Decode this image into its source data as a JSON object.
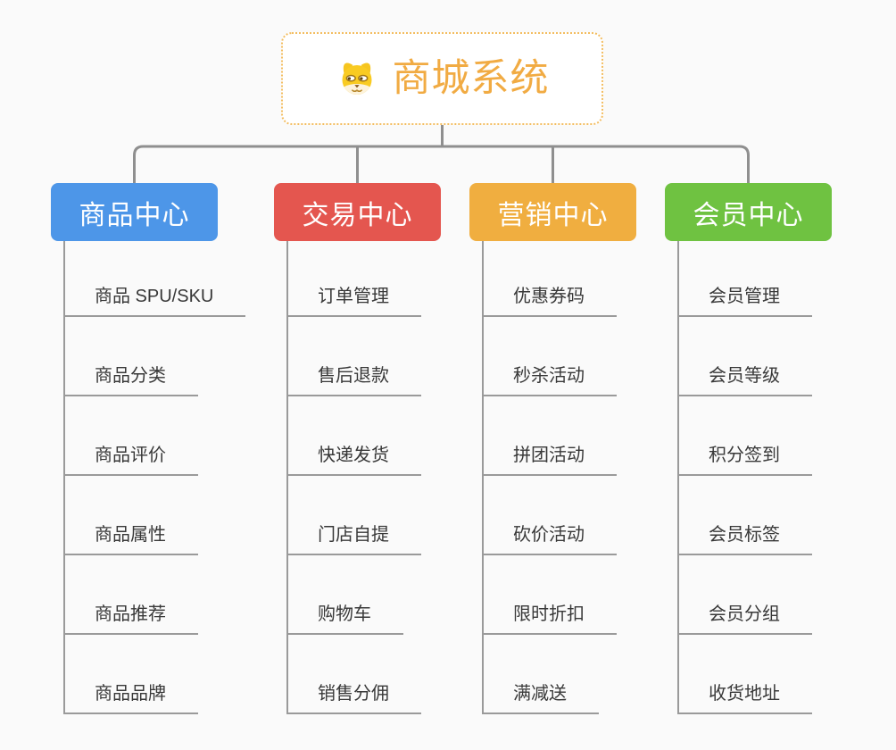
{
  "root": {
    "title": "商城系统",
    "icon": "dog-face-icon",
    "text_color": "#f1ab43",
    "border_color": "#f3bd60",
    "background": "#ffffff"
  },
  "connector_color": "#8f8f8f",
  "page_background": "#fafafa",
  "branches": [
    {
      "label": "商品中心",
      "color": "#4d96e8",
      "items": [
        "商品 SPU/SKU",
        "商品分类",
        "商品评价",
        "商品属性",
        "商品推荐",
        "商品品牌"
      ]
    },
    {
      "label": "交易中心",
      "color": "#e4564f",
      "items": [
        "订单管理",
        "售后退款",
        "快递发货",
        "门店自提",
        "购物车",
        "销售分佣"
      ]
    },
    {
      "label": "营销中心",
      "color": "#f0ae40",
      "items": [
        "优惠券码",
        "秒杀活动",
        "拼团活动",
        "砍价活动",
        "限时折扣",
        "满减送"
      ]
    },
    {
      "label": "会员中心",
      "color": "#6fc241",
      "items": [
        "会员管理",
        "会员等级",
        "积分签到",
        "会员标签",
        "会员分组",
        "收货地址"
      ]
    }
  ]
}
